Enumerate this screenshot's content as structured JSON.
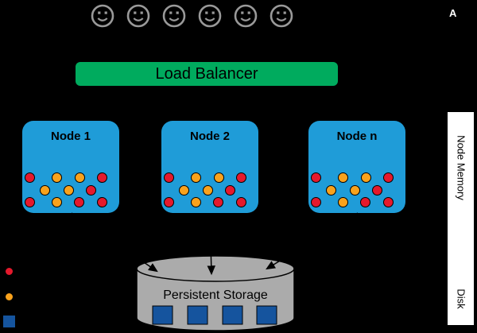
{
  "corner_label": "A",
  "users": {
    "count": 6,
    "icon": "smiley-face"
  },
  "load_balancer": {
    "label": "Load Balancer",
    "color": "#00AB5E"
  },
  "nodes": {
    "color": "#1F9CD8",
    "items": [
      {
        "label": "Node 1"
      },
      {
        "label": "Node 2"
      },
      {
        "label": "Node n"
      }
    ],
    "dot_rows": [
      [
        "red",
        "orange",
        "orange",
        "red"
      ],
      [
        "orange",
        "orange",
        "red"
      ],
      [
        "red",
        "orange",
        "red",
        "red"
      ]
    ]
  },
  "side_labels": {
    "memory": "Node Memory",
    "disk": "Disk"
  },
  "storage": {
    "label": "Persistent Storage",
    "disk_count": 4,
    "body_color": "#ABABAB",
    "disk_color": "#15549E"
  },
  "legend": {
    "items": [
      {
        "marker": "red-circle",
        "shape": "circle",
        "color_key": "red"
      },
      {
        "marker": "orange-circle",
        "shape": "circle",
        "color_key": "orange"
      },
      {
        "marker": "blue-square",
        "shape": "square",
        "color_key": "disk_blue"
      }
    ]
  },
  "colors": {
    "background": "#000000",
    "red": "#E5192C",
    "orange": "#F9A21C",
    "disk_blue": "#15549E",
    "smiley_gray": "#999999",
    "outline": "#000000",
    "white": "#FFFFFF"
  }
}
